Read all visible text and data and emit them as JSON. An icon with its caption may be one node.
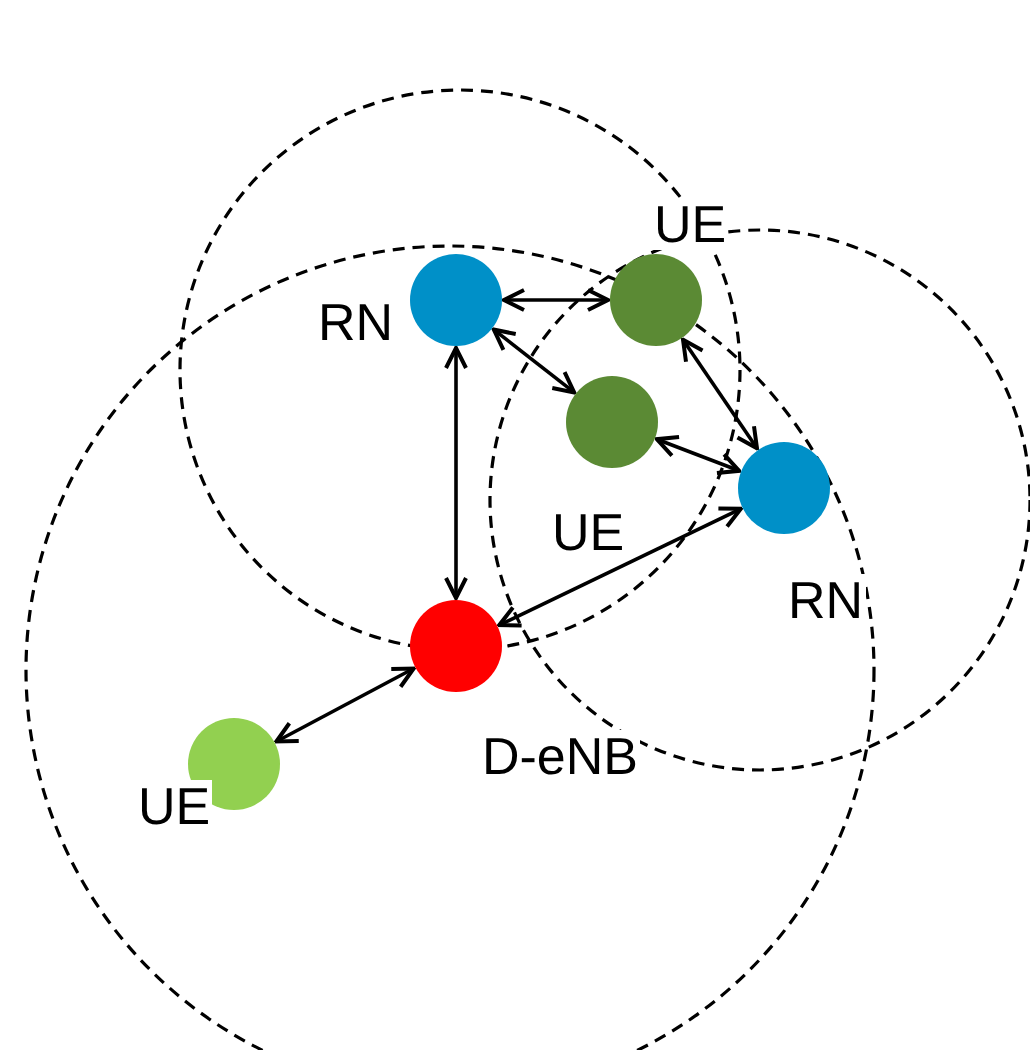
{
  "diagram": {
    "nodes": [
      {
        "text": [],
        "shape": "circle",
        "beside": [
          "RN"
        ]
      },
      {
        "text": [],
        "shape": "circle",
        "beside": [
          "UE"
        ]
      },
      {
        "text": [],
        "shape": "circle",
        "beside": [
          "UE"
        ]
      },
      {
        "text": [],
        "shape": "circle",
        "beside": [
          "RN"
        ]
      },
      {
        "text": [],
        "shape": "circle",
        "beside": [
          "D-eNB"
        ]
      },
      {
        "text": [],
        "shape": "circle",
        "beside": [
          "UE"
        ]
      }
    ],
    "edges": [
      {
        "from": 0,
        "to": 1,
        "arrow": "both"
      },
      {
        "from": 0,
        "to": 2,
        "arrow": "both"
      },
      {
        "from": 0,
        "to": 4,
        "arrow": "both"
      },
      {
        "from": 1,
        "to": 3,
        "arrow": "both"
      },
      {
        "from": 2,
        "to": 3,
        "arrow": "both"
      },
      {
        "from": 3,
        "to": 4,
        "arrow": "both"
      },
      {
        "from": 4,
        "to": 5,
        "arrow": "both"
      }
    ]
  }
}
